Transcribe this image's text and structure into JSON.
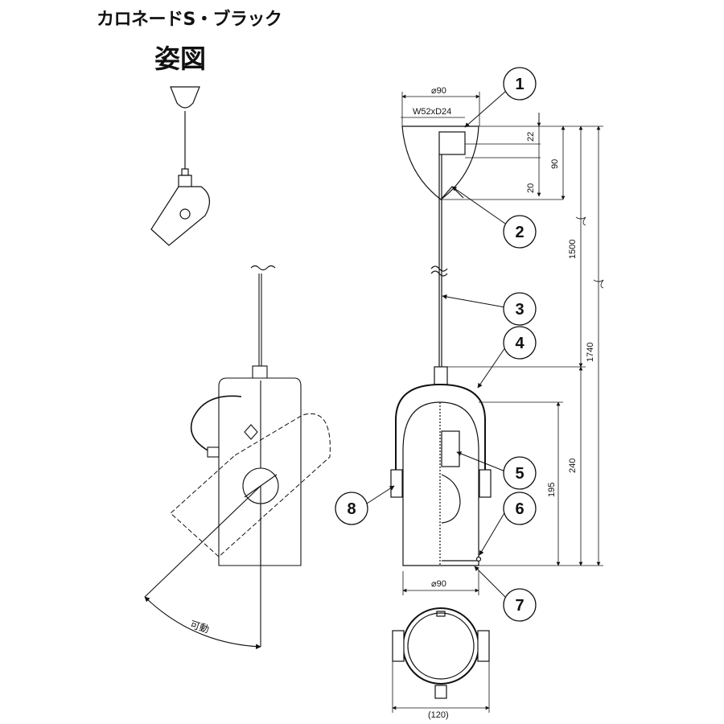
{
  "header": {
    "title": "カロネードS・ブラック",
    "subtitle": "姿図"
  },
  "dimensions": {
    "top_diameter": "⌀90",
    "canopy_box": "W52xD24",
    "d22": "22",
    "d90": "90",
    "d20": "20",
    "d1500": "1500",
    "d1740": "1740",
    "d240": "240",
    "d195": "195",
    "bottom_diameter": "⌀90",
    "plan_width": "(120)",
    "movable": "可動"
  },
  "callouts": [
    "1",
    "2",
    "3",
    "4",
    "5",
    "6",
    "7",
    "8"
  ]
}
